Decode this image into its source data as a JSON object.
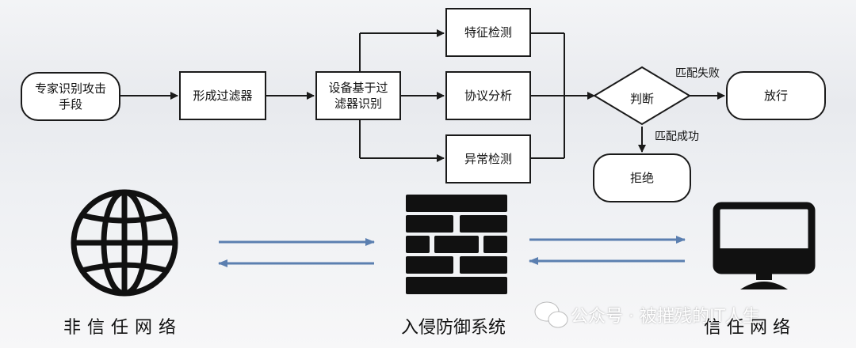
{
  "flowchart": {
    "start": {
      "line1": "专家识别攻击",
      "line2": "手段"
    },
    "filter": "形成过滤器",
    "identify": {
      "line1": "设备基于过",
      "line2": "滤器识别"
    },
    "feature": "特征检测",
    "protocol": "协议分析",
    "anomaly": "异常检测",
    "judge": "判断",
    "pass": "放行",
    "reject": "拒绝",
    "fail_label": "匹配失败",
    "success_label": "匹配成功"
  },
  "bottom": {
    "untrusted": "非信任网络",
    "ips": "入侵防御系统",
    "trusted": "信 任 网 络"
  },
  "watermark": {
    "text": "公众号 · 被摧残的IT人生",
    "icon": "wechat-icon"
  },
  "colors": {
    "arrow_blue": "#5b7fb0",
    "stroke": "#1a1a1a"
  }
}
